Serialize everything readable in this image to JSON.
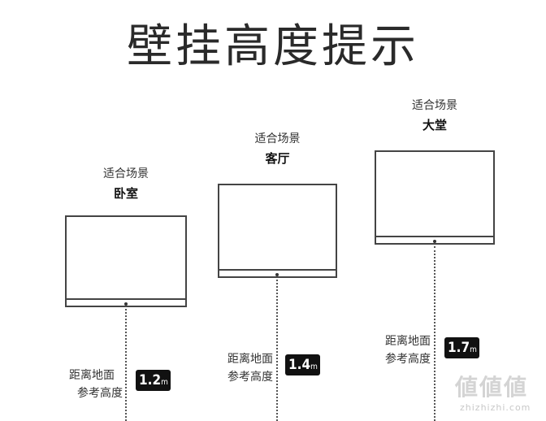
{
  "title": "壁挂高度提示",
  "scene_caption": "适合场景",
  "height_label_line1": "距离地面",
  "height_label_line2": "参考高度",
  "unit": "m",
  "tvs": [
    {
      "room": "卧室",
      "height_value": "1.2"
    },
    {
      "room": "客厅",
      "height_value": "1.4"
    },
    {
      "room": "大堂",
      "height_value": "1.7"
    }
  ],
  "watermark": {
    "glyphs": "値値値",
    "url": "zhizhizhi.com"
  }
}
